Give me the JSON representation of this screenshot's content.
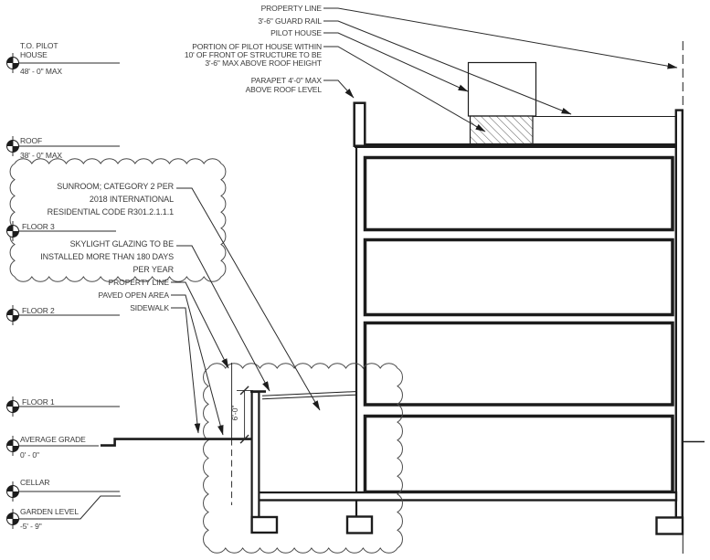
{
  "levels": [
    {
      "id": "to-pilot-house",
      "label": "T.O. PILOT HOUSE",
      "elevation": "48' - 0\" MAX"
    },
    {
      "id": "roof",
      "label": "ROOF",
      "elevation": "38' - 0\" MAX"
    },
    {
      "id": "floor-3",
      "label": "FLOOR 3"
    },
    {
      "id": "floor-2",
      "label": "FLOOR 2"
    },
    {
      "id": "floor-1",
      "label": "FLOOR 1"
    },
    {
      "id": "average-grade",
      "label": "AVERAGE GRADE",
      "elevation": "0' - 0\""
    },
    {
      "id": "cellar",
      "label": "CELLAR"
    },
    {
      "id": "garden-level",
      "label": "GARDEN LEVEL",
      "elevation": "-5' - 9\""
    }
  ],
  "callouts_top": [
    "PROPERTY LINE",
    "3'-6\" GUARD RAIL",
    "PILOT HOUSE",
    "PORTION OF PILOT HOUSE WITHIN",
    "10' OF FRONT OF STRUCTURE TO BE",
    "3'-6\" MAX ABOVE ROOF HEIGHT",
    "PARAPET 4'-0\" MAX",
    "ABOVE ROOF LEVEL"
  ],
  "cloud_notes": {
    "sunroom_lines": [
      "SUNROOM; CATEGORY 2 PER",
      "2018 INTERNATIONAL",
      "RESIDENTIAL CODE R301.2.1.1.1"
    ],
    "skylight_lines": [
      "SKYLIGHT GLAZING TO BE",
      "INSTALLED MORE THAN 180 DAYS",
      "PER YEAR"
    ]
  },
  "callouts_site": [
    "PROPERTY LINE",
    "PAVED OPEN AREA",
    "SIDEWALK"
  ],
  "dimension": {
    "value": "6'-0\""
  },
  "colors": {
    "line": "#1c1c1c",
    "cloud": "#4a4a4a",
    "text": "#3a3a3a"
  }
}
